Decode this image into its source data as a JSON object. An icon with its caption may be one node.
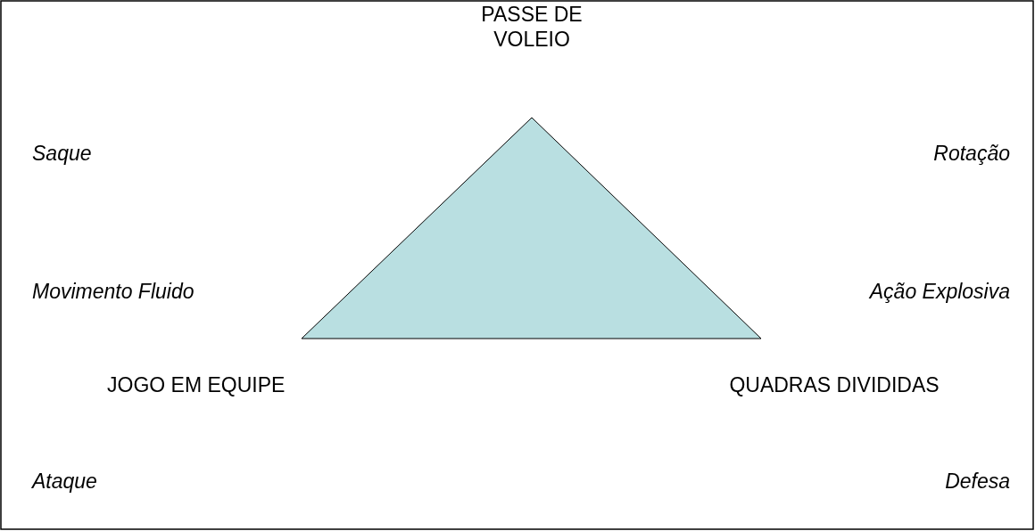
{
  "diagram": {
    "nodes": [
      {
        "text": [],
        "shape": "triangle"
      }
    ],
    "labels": [
      "PASSE DE VOLEIO",
      "Saque",
      "Rotação",
      "Movimento Fluido",
      "Ação Explosiva",
      "JOGO EM EQUIPE",
      "QUADRAS DIVIDIDAS",
      "Ataque",
      "Defesa"
    ]
  }
}
